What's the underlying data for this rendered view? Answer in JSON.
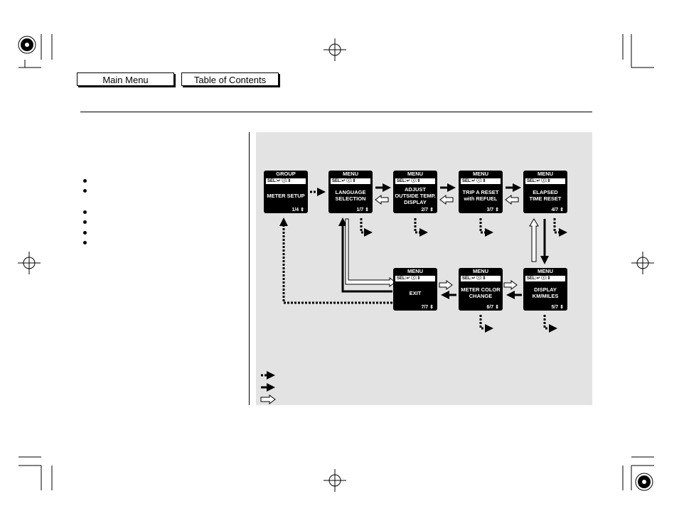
{
  "nav": {
    "main_menu": "Main Menu",
    "table_of_contents": "Table of Contents"
  },
  "diagram": {
    "screens": [
      {
        "id": "meter-setup",
        "header": "GROUP",
        "sel": "SEL:↵  ⓘ:⇕",
        "body": "METER SETUP",
        "page": "1/4 ⇕"
      },
      {
        "id": "language-selection",
        "header": "MENU",
        "sel": "SEL:↵  ⓘ:⇕",
        "body": "LANGUAGE\nSELECTION",
        "page": "1/7 ⇕"
      },
      {
        "id": "adjust-outside-temp",
        "header": "MENU",
        "sel": "SEL:↵  ⓘ:⇕",
        "body": "ADJUST\nOUTSIDE TEMP.\nDISPLAY",
        "page": "2/7 ⇕"
      },
      {
        "id": "trip-a-reset",
        "header": "MENU",
        "sel": "SEL:↵  ⓘ:⇕",
        "body": "TRIP A RESET\nwith REFUEL",
        "page": "3/7 ⇕"
      },
      {
        "id": "elapsed-time-reset",
        "header": "MENU",
        "sel": "SEL:↵  ⓘ:⇕",
        "body": "ELAPSED\nTIME RESET",
        "page": "4/7 ⇕"
      },
      {
        "id": "display-km-miles",
        "header": "MENU",
        "sel": "SEL:↵  ⓘ:⇕",
        "body": "DISPLAY\nKM/MILES",
        "page": "5/7 ⇕"
      },
      {
        "id": "meter-color-change",
        "header": "MENU",
        "sel": "SEL:↵  ⓘ:⇕",
        "body": "METER COLOR\nCHANGE",
        "page": "6/7 ⇕"
      },
      {
        "id": "exit",
        "header": "MENU",
        "sel": "SEL:↵  ⓘ:⇕",
        "body": "EXIT",
        "page": "7/7 ⇕"
      }
    ]
  }
}
